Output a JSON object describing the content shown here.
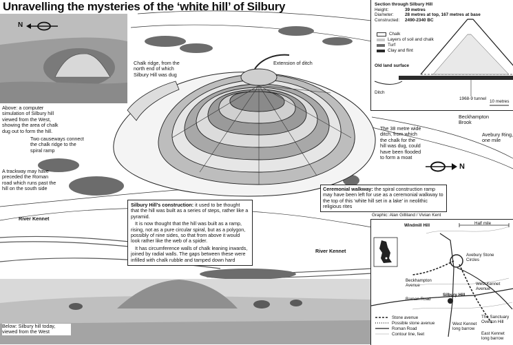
{
  "title": "Unravelling the mysteries of the ‘white hill’ of Silbury",
  "captions": {
    "sim": "Above: a computer simulation of Silbury hill viewed from the West, showing the area of chalk dug out to form the hill.",
    "chalk_ridge": "Chalk ridge, from the north end of which Silbury Hill was dug",
    "extension": "Extension of ditch",
    "causeways": "Two causeways connect the chalk ridge to the spiral ramp",
    "trackway": "A trackway may have preceded the Roman road which runs past the hill on the south side",
    "river_kennet_1": "River Kennet",
    "river_kennet_2": "River Kennet",
    "ditch": "The 38 metre wide ditch, from which the chalk for the hill was dug, could have been flooded to form a moat",
    "beckhampton_brook": "Beckhampton Brook",
    "avebury_ring": "Avebury Ring, one mile",
    "ceremonial_heading": "Ceremonial walkway:",
    "ceremonial_body": " the spiral construction ramp may have been left for use as a ceremonial walkway to the top of this ‘white hill set in a lake’ in neolithic religious rites",
    "construction_heading": "Silbury Hill’s construction:",
    "construction_p1": " it used to be thought that the hill was built as a series of steps, rather like a pyramid.",
    "construction_p2": "It is now thought that the hill was built as a ramp, rising, not as a pure circular spiral, but as a polygon, possibly of nine sides, so that from above it would look rather like the web of a spider.",
    "construction_p3": "It has circumference walls of chalk leaning inwards, joined by radial walls. The gaps between these were infilled with chalk rubble and tamped down hard",
    "below": "Below: Silbury hill today, viewed from the West",
    "graphic": "Graphic: Alan Gilliland / Vivian Kent",
    "compass_n": "N",
    "compass_n_top": "N"
  },
  "section": {
    "title": "Section through Silbury Hill",
    "rows": [
      {
        "label": "Height:",
        "value": "39 metres"
      },
      {
        "label": "Diameter:",
        "value": "28 metres at top, 167 metres at base"
      },
      {
        "label": "Constructed:",
        "value": "2490-2340 BC"
      }
    ],
    "legend": [
      {
        "label": "Chalk",
        "color": "#ffffff"
      },
      {
        "label": "Layers of soil and chalk",
        "color": "#c8c8c8"
      },
      {
        "label": "Turf",
        "color": "#6a6a6a"
      },
      {
        "label": "Clay and flint",
        "color": "#2a2a2a"
      }
    ],
    "old_land_surface": "Old land surface",
    "ditch": "Ditch",
    "tunnel": "1968-9 tunnel",
    "scale": "10 metres"
  },
  "map": {
    "windmill_hill": "Windmill Hill",
    "half_mile": "Half mile",
    "avebury_stone_circles": "Avebury Stone Circles",
    "beckhampton_avenue": "Beckhampton Avenue",
    "silbury_hill": "Silbury Hill",
    "roman_road": "Roman Road",
    "west_kennet_avenue": "West Kennet Avenue",
    "west_kennet_long_barrow": "West Kennet long barrow",
    "the_sanctuary": "The Sanctuary Overton Hill",
    "east_kennet_long_barrow": "East Kennet long barrow",
    "legend": [
      {
        "label": "Stone avenue",
        "style": "dashed"
      },
      {
        "label": "Possible stone avenue",
        "style": "dotted"
      },
      {
        "label": "Roman Road",
        "style": "solid"
      },
      {
        "label": "Contour line, feet",
        "style": "thin"
      }
    ]
  }
}
